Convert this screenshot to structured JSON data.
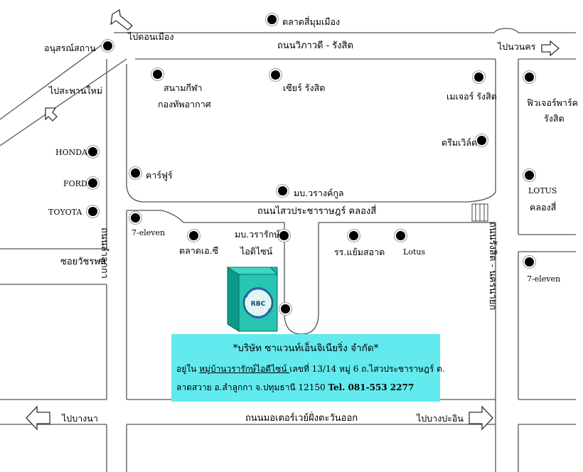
{
  "roads": {
    "top_road": "ถนนวิภาวดี - รังสิต",
    "inner_road": "ถนนไสวประชาราษฎร์ คลองสี่",
    "bottom_road": "ถนนมอเตอร์เวย์ฝั่งตะวันออก",
    "left_vertical_road": "ถนนลำลูกกา",
    "right_vertical_road": "ถนนรังสิต - นครนายก",
    "soi": "ซอยวัชรพล"
  },
  "directions": {
    "don_mueang": "ไปดอนเมือง",
    "saphan_mai": "ไปสะพานใหม่",
    "nawanakorn": "ไปนวนคร",
    "bangna": "ไปบางนา",
    "bang_pa_in": "ไปบางปะอิน"
  },
  "landmarks": {
    "talat_si_mum_mueang": "ตลาดสี่มุมเมือง",
    "anusawari": "อนุสรณ์สถาน",
    "sanam_kila": "สนามกีฬา",
    "kong_thap_akat": "กองทัพอากาศ",
    "future_rangsit_top": "เซียร์ รังสิต",
    "major_rangsit": "เมเจอร์ รังสิต",
    "dreamworld": "ดรีมเวิล์ด",
    "future_park": "ฟิวเจอร์พาร์ค",
    "future_park_2": "รังสิต",
    "honda": "HONDA",
    "ford": "FORD",
    "toyota": "TOYOTA",
    "carrefour": "คาร์ฟูร์",
    "warangkun": "มบ.วรางค์กูล",
    "lotus_1": "LOTUS",
    "lotus_2": "คลองสี่",
    "seven_left": "7-eleven",
    "seven_right": "7-eleven",
    "talat_ec": "ตลาดเอ.ซี",
    "wararak_1": "มบ.วรารักษ์",
    "wararak_2": "ไอดิไซน์",
    "school": "รร.แย้มสอาด",
    "lotus_small": "Lotus"
  },
  "company_logo": "RBC",
  "info": {
    "title": "*บริษัท ซาแวนท์เอ็นจิเนียริ่ง จำกัด*",
    "line1_a": "อยู่ใน ",
    "line1_u": "หมู่บ้านวรารักษ์ไอดีไซน์ ",
    "line1_b": "เลขที่ 13/14 หมู่ 6 ถ.ไสวประชาราษฎร์ ต.",
    "line2_a": "ลาดสวาย อ.ลำลูกกา จ.ปทุมธานี 12150 ",
    "line2_tel": "Tel. 081-553 2277"
  }
}
